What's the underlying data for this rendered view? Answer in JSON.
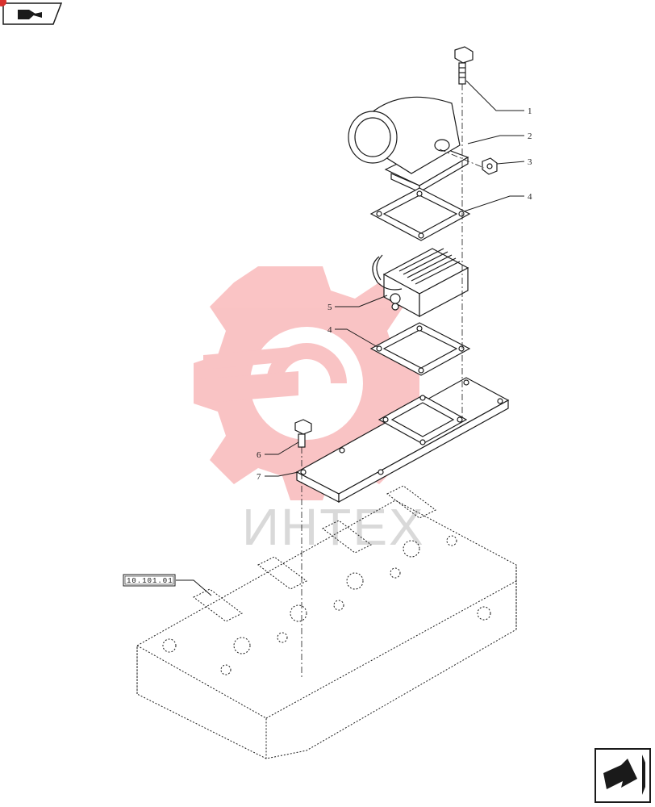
{
  "header": {
    "nav_icon": "back-arrow-icon"
  },
  "watermark": {
    "text": "ИНТЕХ",
    "color": "#f0555a"
  },
  "callouts": [
    {
      "num": "1"
    },
    {
      "num": "2"
    },
    {
      "num": "3"
    },
    {
      "num": "4"
    },
    {
      "num": "5"
    },
    {
      "num": "4"
    },
    {
      "num": "6"
    },
    {
      "num": "7"
    }
  ],
  "reference": {
    "code": "10.101.01"
  },
  "footer": {
    "nav_icon": "next-page-arrow-icon"
  },
  "colors": {
    "line": "#1a1a1a",
    "accent": "#d9322e"
  }
}
